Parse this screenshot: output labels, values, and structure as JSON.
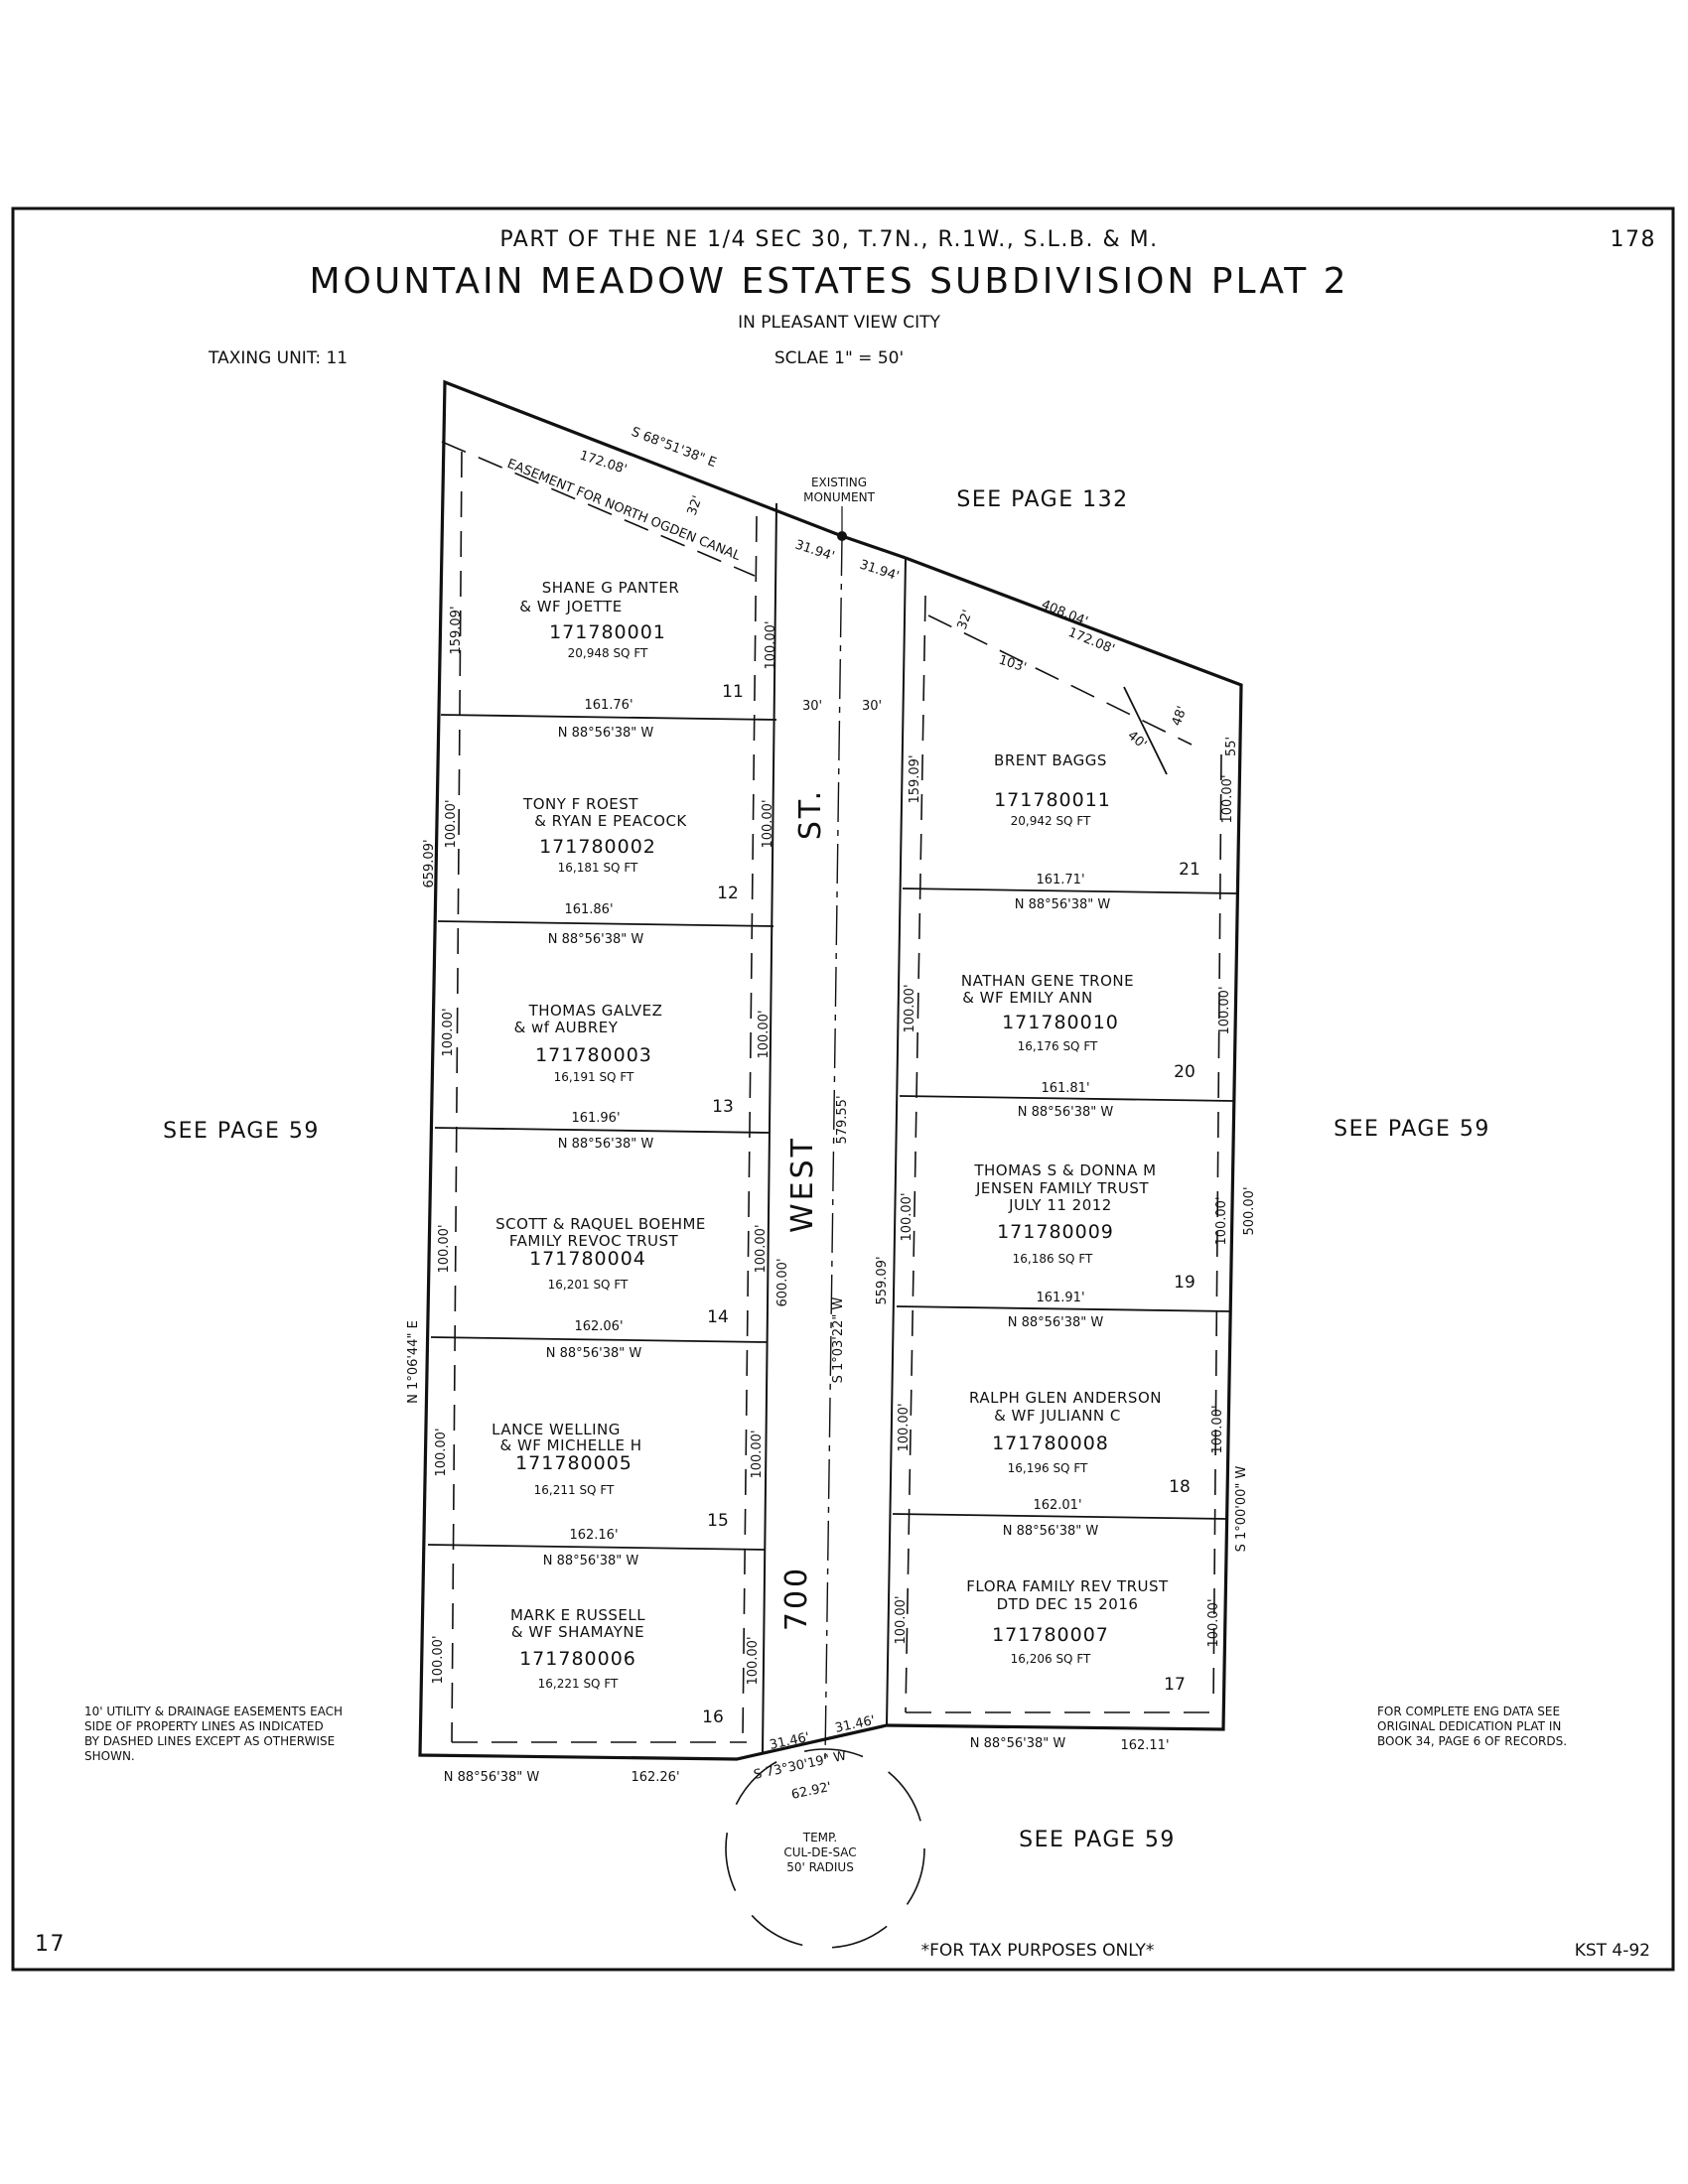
{
  "header": {
    "legal_description": "PART OF THE NE 1/4 SEC 30, T.7N., R.1W., S.L.B. & M.",
    "page_number": "178",
    "title": "MOUNTAIN MEADOW ESTATES SUBDIVISION PLAT 2",
    "city": "IN PLEASANT VIEW CITY",
    "scale": "SCLAE 1\" = 50'",
    "taxing_unit": "TAXING UNIT: 11"
  },
  "references": {
    "north": "SEE PAGE 132",
    "west": "SEE PAGE 59",
    "east": "SEE PAGE 59",
    "south": "SEE PAGE 59"
  },
  "monument": [
    "EXISTING",
    "MONUMENT"
  ],
  "canal_easement": "EASEMENT FOR NORTH OGDEN CANAL",
  "street": {
    "part1": "700",
    "part2": "WEST",
    "part3": "ST."
  },
  "lots": [
    {
      "number": "11",
      "owner": [
        "SHANE G PANTER",
        "& WF JOETTE"
      ],
      "parcel": "171780001",
      "area": "20,948 SQ FT"
    },
    {
      "number": "12",
      "owner": [
        "TONY F ROEST",
        "& RYAN E PEACOCK"
      ],
      "parcel": "171780002",
      "area": "16,181 SQ FT"
    },
    {
      "number": "13",
      "owner": [
        "THOMAS GALVEZ",
        "& wf AUBREY"
      ],
      "parcel": "171780003",
      "area": "16,191 SQ FT"
    },
    {
      "number": "14",
      "owner": [
        "SCOTT & RAQUEL BOEHME",
        "FAMILY REVOC TRUST"
      ],
      "parcel": "171780004",
      "area": "16,201 SQ FT"
    },
    {
      "number": "15",
      "owner": [
        "LANCE WELLING",
        "& WF MICHELLE H"
      ],
      "parcel": "171780005",
      "area": "16,211 SQ FT"
    },
    {
      "number": "16",
      "owner": [
        "MARK E RUSSELL",
        "& WF SHAMAYNE"
      ],
      "parcel": "171780006",
      "area": "16,221 SQ FT"
    },
    {
      "number": "21",
      "owner": [
        "BRENT BAGGS"
      ],
      "parcel": "171780011",
      "area": "20,942 SQ FT"
    },
    {
      "number": "20",
      "owner": [
        "NATHAN GENE TRONE",
        "& WF EMILY ANN"
      ],
      "parcel": "171780010",
      "area": "16,176 SQ FT"
    },
    {
      "number": "19",
      "owner": [
        "THOMAS S & DONNA M",
        "JENSEN FAMILY TRUST",
        "JULY 11 2012"
      ],
      "parcel": "171780009",
      "area": "16,186 SQ FT"
    },
    {
      "number": "18",
      "owner": [
        "RALPH GLEN ANDERSON",
        "& WF JULIANN C"
      ],
      "parcel": "171780008",
      "area": "16,196 SQ FT"
    },
    {
      "number": "17",
      "owner": [
        "FLORA FAMILY REV TRUST",
        "DTD DEC 15 2016"
      ],
      "parcel": "171780007",
      "area": "16,206 SQ FT"
    }
  ],
  "dimensions": {
    "top_west_bearing": "S 68°51'38\" E",
    "top_west_length": "172.08'",
    "canal_width_w": "32'",
    "row_31_94_a": "31.94'",
    "row_31_94_b": "31.94'",
    "top_east_total": "408.04'",
    "top_east_length": "172.08'",
    "canal_width_e": "32'",
    "easement_103": "103'",
    "easement_40": "40'",
    "easement_48": "48'",
    "east_55": "55'",
    "half_row_w": "30'",
    "half_row_e": "30'",
    "lot_line_lengths_west": [
      "161.76'",
      "161.86'",
      "161.96'",
      "162.06'",
      "162.16'",
      "162.26'"
    ],
    "lot_line_lengths_east": [
      "161.71'",
      "161.81'",
      "161.91'",
      "162.01'",
      "162.11'"
    ],
    "lot_bearing": "N 88°56'38\" W",
    "west_159_09": "159.09'",
    "west_659_09": "659.09'",
    "west_bearing": "N 1°06'44\" E",
    "east_159_09": "159.09'",
    "east_500": "500.00'",
    "east_bearing": "S 1°00'00\" W",
    "depth_100": "100.00'",
    "street_579_55": "579.55'",
    "street_600": "600.00'",
    "street_bearing": "S 1°03'22\" W",
    "street_559_09": "559.09'",
    "cul_31_46_a": "31.46'",
    "cul_31_46_b": "31.46'",
    "cul_bearing": "S 73°30'19\" W",
    "cul_62_92": "62.92'"
  },
  "cul_de_sac": [
    "TEMP.",
    "CUL-DE-SAC",
    "50' RADIUS"
  ],
  "notes": {
    "utility": [
      "10' UTILITY & DRAINAGE EASEMENTS EACH",
      "SIDE OF PROPERTY LINES AS INDICATED",
      "BY DASHED LINES EXCEPT AS OTHERWISE",
      "SHOWN."
    ],
    "eng_data": [
      "FOR COMPLETE ENG DATA SEE",
      "ORIGINAL DEDICATION PLAT IN",
      "BOOK 34, PAGE 6 OF RECORDS."
    ]
  },
  "footer": {
    "left": "17",
    "center": "*FOR TAX PURPOSES ONLY*",
    "right": "KST 4-92"
  }
}
